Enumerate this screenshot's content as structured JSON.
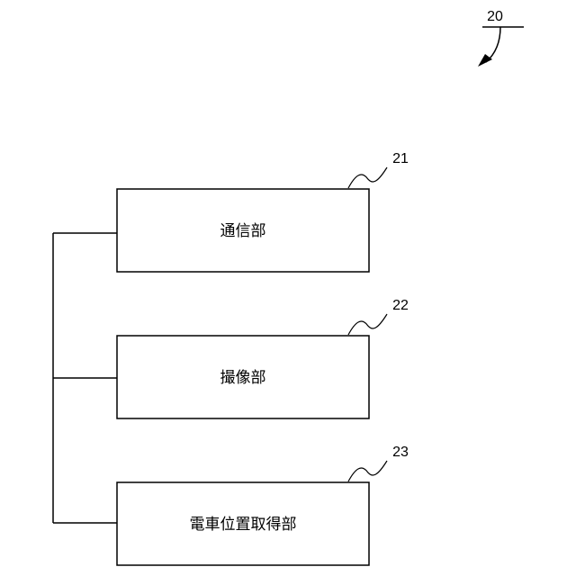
{
  "figure": {
    "reference": "20"
  },
  "blocks": [
    {
      "label": "通信部",
      "reference": "21"
    },
    {
      "label": "撮像部",
      "reference": "22"
    },
    {
      "label": "電車位置取得部",
      "reference": "23"
    }
  ],
  "colors": {
    "line": "#000000",
    "background": "#ffffff"
  }
}
